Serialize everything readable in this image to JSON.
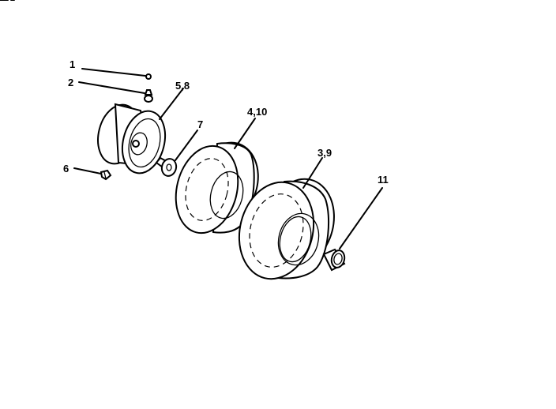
{
  "callouts": {
    "c1": "1",
    "c2": "2",
    "c58": "5,8",
    "c6": "6",
    "c7": "7",
    "c410": "4,10",
    "c39": "3,9",
    "c11": "11"
  },
  "colors": {
    "ink": "#000000",
    "paper": "#ffffff"
  }
}
